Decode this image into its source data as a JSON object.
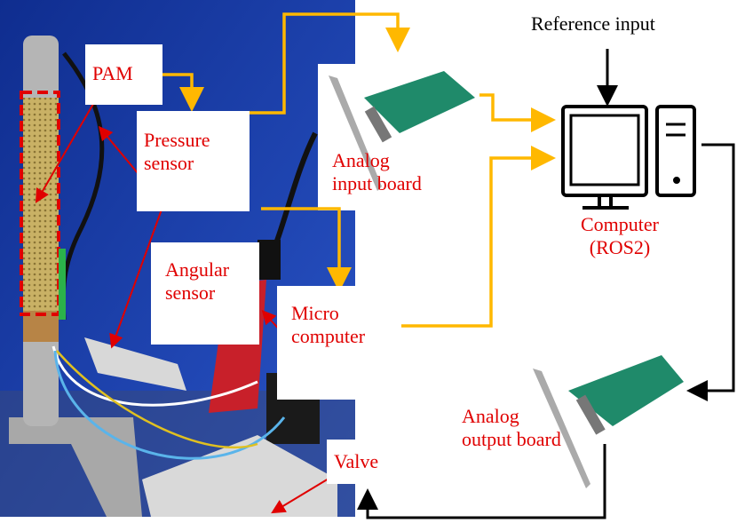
{
  "labels": {
    "pam": "PAM",
    "pressure_sensor": [
      "Pressure",
      "sensor"
    ],
    "angular_sensor": [
      "Angular",
      "sensor"
    ],
    "analog_input_board": [
      "Analog",
      "input board"
    ],
    "micro_computer": [
      "Micro",
      "computer"
    ],
    "valve": "Valve",
    "reference_input": "Reference input",
    "computer": [
      "Computer",
      "(ROS2)"
    ],
    "analog_output_board": [
      "Analog",
      "output board"
    ]
  },
  "colors": {
    "label_red": "#e00000",
    "signal_orange": "#ffb800",
    "photo_blue": "#1a3fb0"
  }
}
